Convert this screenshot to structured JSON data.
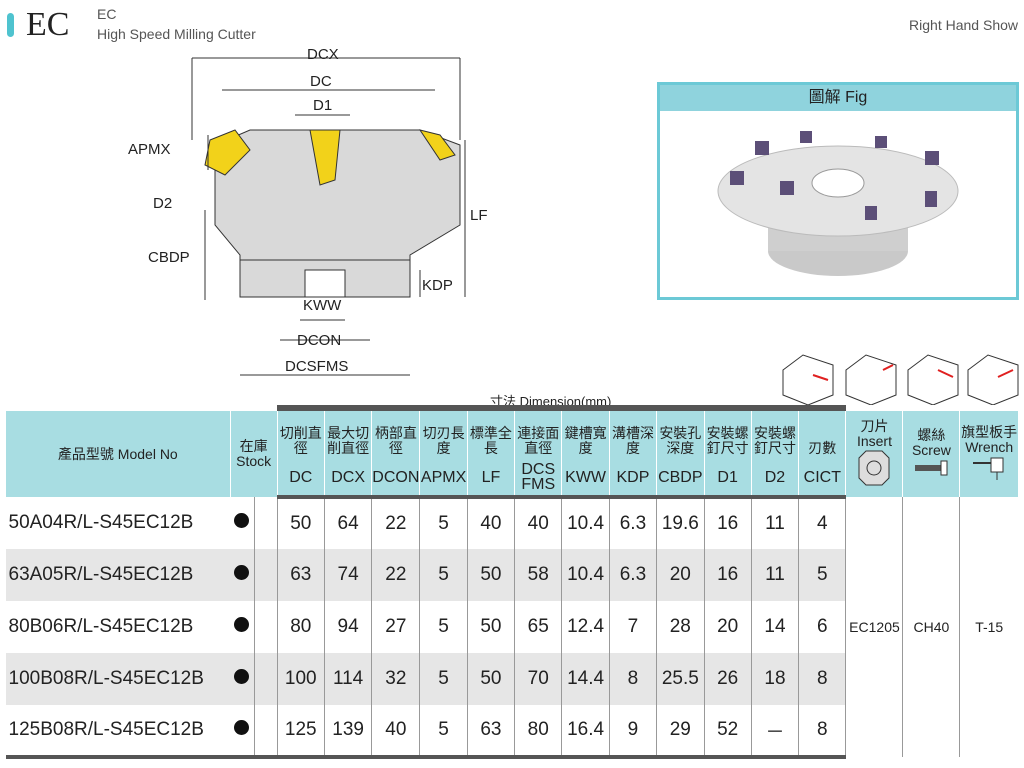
{
  "header": {
    "code": "EC",
    "subtitle_code": "EC",
    "subtitle": "High Speed Milling Cutter",
    "hand": "Right Hand Show"
  },
  "diagram": {
    "labels": {
      "dcx": "DCX",
      "dc": "DC",
      "d1": "D1",
      "apmx": "APMX",
      "d2": "D2",
      "lf": "LF",
      "cbdp": "CBDP",
      "kdp": "KDP",
      "kww": "KWW",
      "dcon": "DCON",
      "dcsfms": "DCSFMS"
    }
  },
  "figure": {
    "title": "圖解  Fig"
  },
  "table": {
    "dimension_title": "寸法 Dimension(mm)",
    "model_header": "產品型號  Model No",
    "stock_cn": "在庫",
    "stock_en": "Stock",
    "columns": [
      {
        "cn": "切削直徑",
        "en": "DC"
      },
      {
        "cn": "最大切削直徑",
        "en": "DCX"
      },
      {
        "cn": "柄部直徑",
        "en": "DCON"
      },
      {
        "cn": "切刃長度",
        "en": "APMX"
      },
      {
        "cn": "標準全長",
        "en": "LF"
      },
      {
        "cn": "連接面直徑",
        "en": "DCS FMS"
      },
      {
        "cn": "鍵槽寬度",
        "en": "KWW"
      },
      {
        "cn": "溝槽深度",
        "en": "KDP"
      },
      {
        "cn": "安裝孔深度",
        "en": "CBDP"
      },
      {
        "cn": "安裝螺釘尺寸",
        "en": "D1"
      },
      {
        "cn": "安裝螺釘尺寸",
        "en": "D2"
      },
      {
        "cn": "刃數",
        "en": "CICT"
      }
    ],
    "parts": [
      {
        "cn": "刀片",
        "en": "Insert",
        "icon": "insert-icon"
      },
      {
        "cn": "螺絲",
        "en": "Screw",
        "icon": "screw-icon"
      },
      {
        "cn": "旗型板手",
        "en": "Wrench",
        "icon": "wrench-icon"
      }
    ],
    "rows": [
      {
        "model": "50A04R/L-S45EC12B",
        "v": [
          "50",
          "64",
          "22",
          "5",
          "40",
          "40",
          "10.4",
          "6.3",
          "19.6",
          "16",
          "11",
          "4"
        ]
      },
      {
        "model": "63A05R/L-S45EC12B",
        "v": [
          "63",
          "74",
          "22",
          "5",
          "50",
          "58",
          "10.4",
          "6.3",
          "20",
          "16",
          "11",
          "5"
        ]
      },
      {
        "model": "80B06R/L-S45EC12B",
        "v": [
          "80",
          "94",
          "27",
          "5",
          "50",
          "65",
          "12.4",
          "7",
          "28",
          "20",
          "14",
          "6"
        ]
      },
      {
        "model": "100B08R/L-S45EC12B",
        "v": [
          "100",
          "114",
          "32",
          "5",
          "50",
          "70",
          "14.4",
          "8",
          "25.5",
          "26",
          "18",
          "8"
        ]
      },
      {
        "model": "125B08R/L-S45EC12B",
        "v": [
          "125",
          "139",
          "40",
          "5",
          "63",
          "80",
          "16.4",
          "9",
          "29",
          "52",
          "－",
          "8"
        ]
      }
    ],
    "insert": "EC1205",
    "screw": "CH40",
    "wrench": "T-15"
  }
}
